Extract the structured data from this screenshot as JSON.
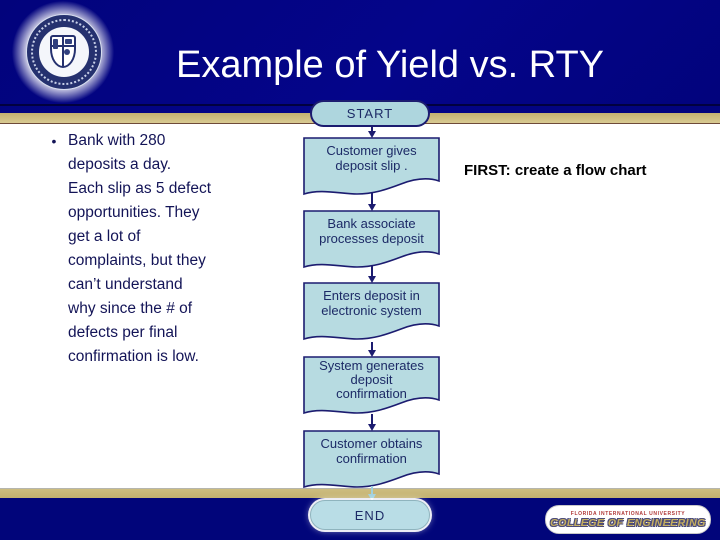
{
  "slide": {
    "title": "Example of Yield vs. RTY",
    "bullet_glyph": "•",
    "bullet_text": "Bank with 280\ndeposits a day.\nEach slip as 5 defect\nopportunities.  They\nget a lot of\ncomplaints, but they\ncan’t understand\nwhy since the # of\ndefects per final\nconfirmation is low.",
    "side_note": "FIRST: create a flow chart"
  },
  "flowchart": {
    "start_label": "START",
    "end_label": "END",
    "steps": [
      "Customer gives\ndeposit slip .",
      "Bank associate\nprocesses deposit",
      "Enters deposit in\nelectronic system",
      "System generates\ndeposit\nconfirmation",
      "Customer obtains\nconfirmation"
    ]
  },
  "footer": {
    "university": "FLORIDA INTERNATIONAL UNIVERSITY",
    "college": "COLLEGE OF ENGINEERING"
  },
  "colors": {
    "header_navy": "#02037c",
    "footer_navy": "#01057a",
    "gold_stripe": "#c9b97a",
    "shape_fill": "#b7dbe1",
    "shape_border": "#1c1c70",
    "text_navy": "#131457"
  }
}
